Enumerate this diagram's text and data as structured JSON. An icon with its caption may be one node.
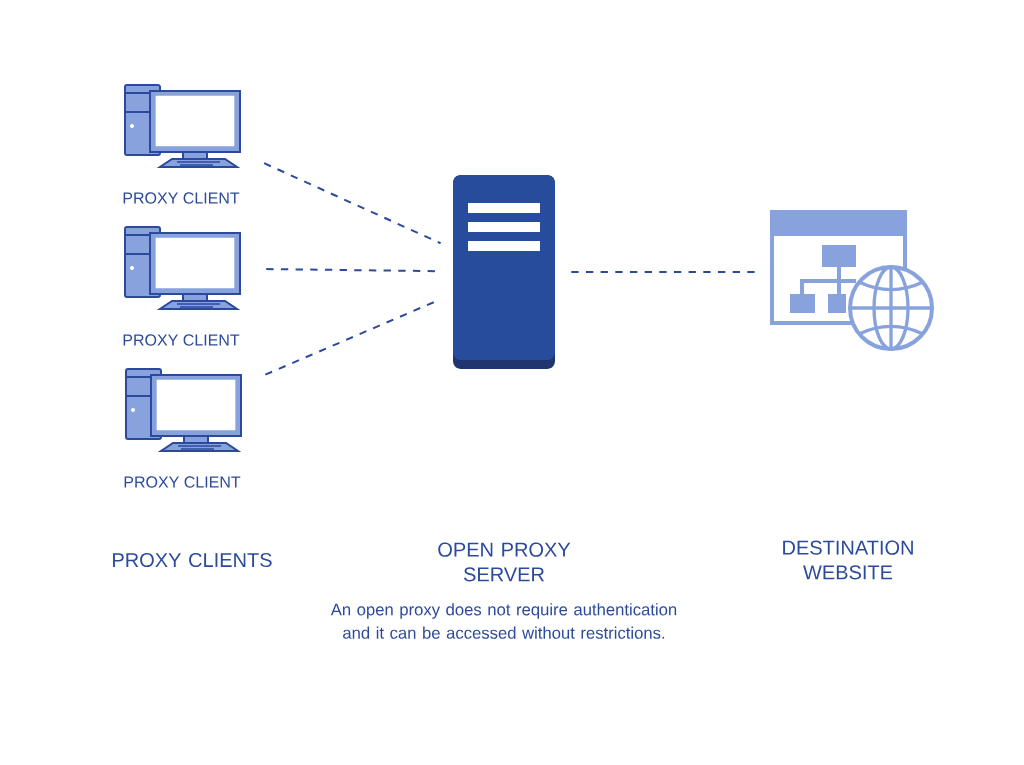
{
  "diagram": {
    "caption": "An open proxy does not require authentication and it can be accessed without restrictions.",
    "nodes": [
      {
        "text": [
          "PROXY CLIENT"
        ]
      },
      {
        "text": [
          "PROXY CLIENT"
        ]
      },
      {
        "text": [
          "PROXY CLIENT"
        ]
      },
      {
        "text": [],
        "shape": "picture"
      },
      {
        "text": [],
        "shape": "picture"
      }
    ],
    "edges": [
      {
        "from": 0,
        "to": 3,
        "arrow": "none",
        "style": "dashed"
      },
      {
        "from": 1,
        "to": 3,
        "arrow": "none",
        "style": "dashed"
      },
      {
        "from": 2,
        "to": 3,
        "arrow": "none",
        "style": "dashed"
      },
      {
        "from": 3,
        "to": 4,
        "arrow": "none",
        "style": "dashed"
      }
    ],
    "labels": [
      "PROXY CLIENTS",
      "OPEN PROXY SERVER",
      "DESTINATION WEBSITE"
    ]
  }
}
